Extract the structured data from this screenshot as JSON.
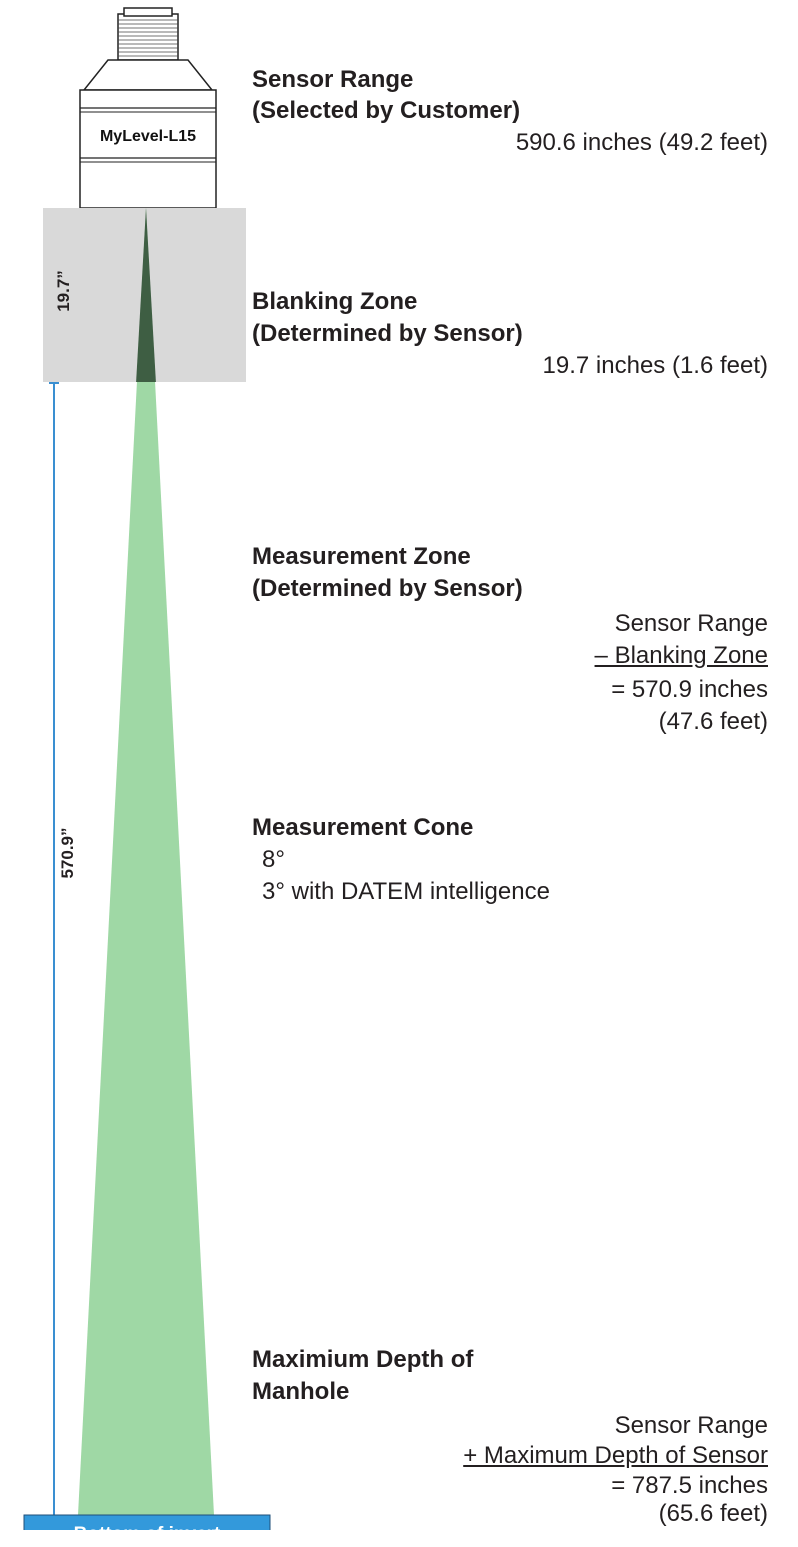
{
  "sensor": {
    "brand": "MyLevel-L15"
  },
  "dimensions": {
    "blanking": "19.7”",
    "measurement": "570.9”"
  },
  "sections": {
    "sensor_range": {
      "title": "Sensor Range",
      "subtitle": "(Selected by Customer)",
      "value": "590.6 inches (49.2 feet)"
    },
    "blanking_zone": {
      "title": "Blanking Zone",
      "subtitle": "(Determined by Sensor)",
      "value": "19.7 inches (1.6 feet)"
    },
    "measurement_zone": {
      "title": "Measurement Zone",
      "subtitle": "(Determined by Sensor)",
      "line1": "Sensor Range",
      "line2": "– Blanking Zone",
      "line3": "= 570.9 inches",
      "line4": "(47.6 feet)"
    },
    "measurement_cone": {
      "title": "Measurement Cone",
      "line1": "8°",
      "line2": "3° with DATEM intelligence"
    },
    "max_depth": {
      "title_line1": "Maximium Depth of",
      "title_line2": "Manhole",
      "line1": "Sensor Range",
      "line2": "+ Maximum Depth of Sensor",
      "line3": "= 787.5 inches",
      "line4": "(65.6 feet)"
    }
  },
  "invert": {
    "label": "Bottom of invert"
  },
  "colors": {
    "blanking_fill": "#d9d9d9",
    "cone_fill": "#9fd8a5",
    "cone_dark": "#3e5e43",
    "dimension_line": "#3a8fd1",
    "invert_fill": "#3399db"
  }
}
